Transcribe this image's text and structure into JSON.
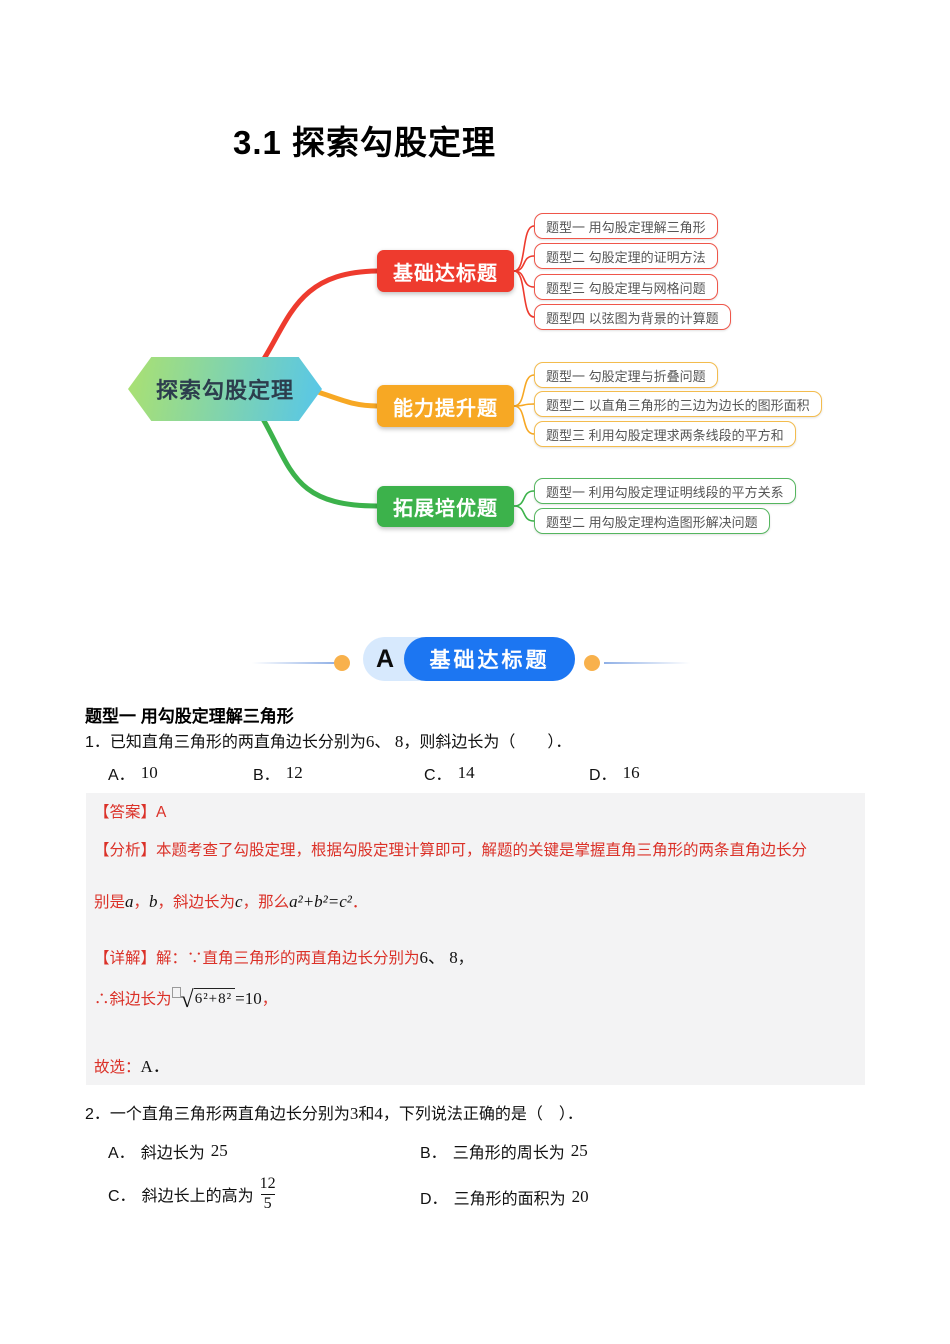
{
  "page": {
    "title": "3.1 探索勾股定理"
  },
  "mindmap": {
    "root": "探索勾股定理",
    "root_gradient": [
      "#abe170",
      "#56c6ea"
    ],
    "branches": [
      {
        "label": "基础达标题",
        "color": "#ee3b2e",
        "items": [
          "题型一 用勾股定理解三角形",
          "题型二 勾股定理的证明方法",
          "题型三 勾股定理与网格问题",
          "题型四 以弦图为背景的计算题"
        ]
      },
      {
        "label": "能力提升题",
        "color": "#f7a824",
        "items": [
          "题型一 勾股定理与折叠问题",
          "题型二 以直角三角形的三边为边长的图形面积",
          "题型三 利用勾股定理求两条线段的平方和"
        ]
      },
      {
        "label": "拓展培优题",
        "color": "#3cb24b",
        "items": [
          "题型一 利用勾股定理证明线段的平方关系",
          "题型二 用勾股定理构造图形解决问题"
        ]
      }
    ]
  },
  "section": {
    "letter": "A",
    "label": "基础达标题",
    "accent_blue": "#1c76f2",
    "accent_light_blue": "#d7e9fd",
    "dot_color": "#f8b14c"
  },
  "content": {
    "heading": "题型一 用勾股定理解三角形",
    "answer_bg": "#f3f3f4",
    "answer_text_color": "#db3128",
    "q1": {
      "stem_pre": "1．已知直角三角形的两直角边长分别为",
      "n1": "6",
      "sep": "、 ",
      "n2": "8",
      "stem_post": "，则斜边长为（　　）．",
      "options": [
        {
          "letter": "A．",
          "value": "10"
        },
        {
          "letter": "B．",
          "value": "12"
        },
        {
          "letter": "C．",
          "value": "14"
        },
        {
          "letter": "D．",
          "value": "16"
        }
      ]
    },
    "explain1": {
      "answer_label": "【答案】",
      "answer": "A",
      "analysis_label": "【分析】",
      "analysis_line1": "本题考查了勾股定理，根据勾股定理计算即可，解题的关键是掌握直角三角形的两条直角边长分",
      "l2_pre": "别是",
      "l2_a": "a",
      "l2_c1": "，",
      "l2_b": "b",
      "l2_mid": "，斜边长为",
      "l2_c": "c",
      "l2_mid2": "，那么",
      "l2_formula": "a²+b²=c²",
      "l2_end": "．",
      "detail_label": "【详解】",
      "d1_text": "解：∵直角三角形的两直角边长分别为",
      "d1_nums": "6、 8",
      "d1_end": "，",
      "d2_pre": "∴斜边长为",
      "d2_radical_sign": "√",
      "d2_radicand": "6²+8²",
      "d2_eq": "=10",
      "d2_end": "，",
      "concl_pre": "故选：",
      "concl_ans": "A．"
    },
    "q2": {
      "stem_pre": "2．一个直角三角形两直角边长分别为",
      "n1": "3",
      "mid": "和",
      "n2": "4",
      "stem_post": "，下列说法正确的是（　）．",
      "options": [
        {
          "letter": "A．",
          "text": "斜边长为",
          "value": "25"
        },
        {
          "letter": "B．",
          "text": "三角形的周长为",
          "value": "25"
        },
        {
          "letter": "C．",
          "text": "斜边长上的高为",
          "frac_num": "12",
          "frac_den": "5"
        },
        {
          "letter": "D．",
          "text": "三角形的面积为",
          "value": "20"
        }
      ]
    }
  }
}
